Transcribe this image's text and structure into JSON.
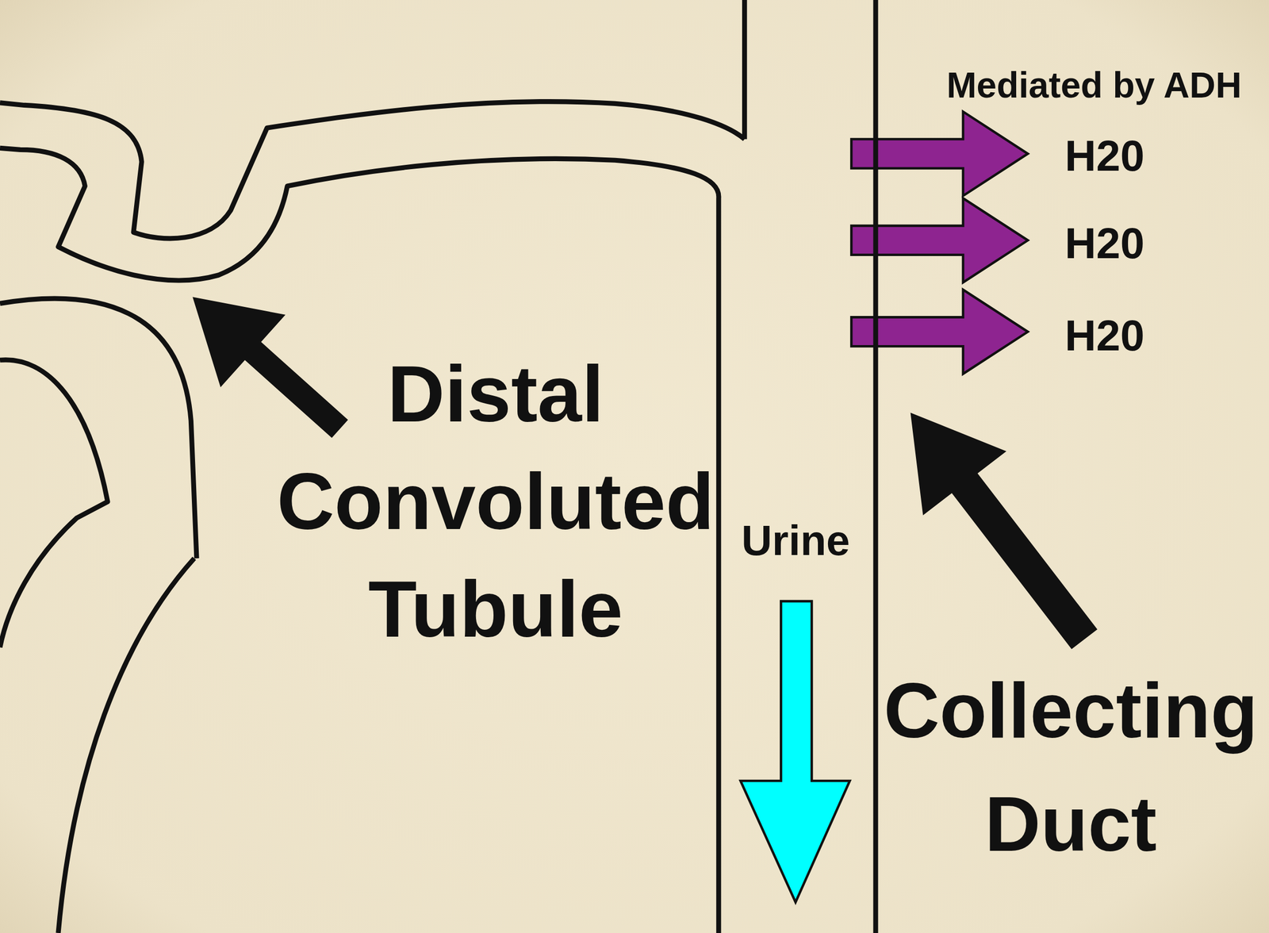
{
  "diagram": {
    "labels": [
      "Mediated by ADH",
      "H20",
      "H20",
      "H20",
      "Distal Convoluted Tubule",
      "Urine",
      "Collecting Duct"
    ]
  }
}
